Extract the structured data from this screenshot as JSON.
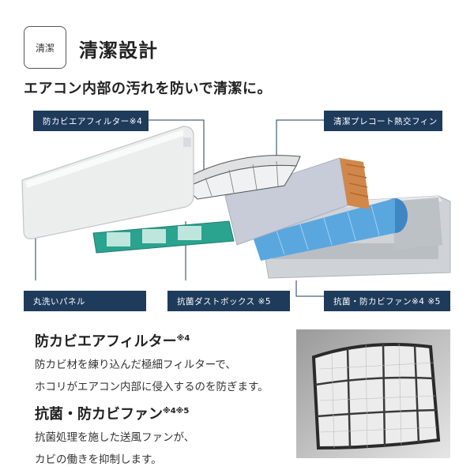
{
  "header": {
    "tag": "清潔",
    "title": "清潔設計",
    "subtitle": "エアコン内部の汚れを防いで清潔に。"
  },
  "callouts": {
    "filter": "防カビエアフィルター※4",
    "fin": "清潔プレコート熱交フィン",
    "panel": "丸洗いパネル",
    "dustbox": "抗菌ダストボックス ※5",
    "fan": "抗菌・防カビファン※4 ※5"
  },
  "features": [
    {
      "title": "防カビエアフィルター",
      "note": "※4",
      "lines": [
        "防カビ材を練り込んだ極細フィルターで、",
        "ホコリがエアコン内部に侵入するのを防ぎます。"
      ]
    },
    {
      "title": "抗菌・防カビファン",
      "note": "※4※5",
      "lines": [
        "抗菌処理を施した送風ファンが、",
        "カビの働きを抑制します。"
      ]
    }
  ],
  "colors": {
    "label_bar": "#1f3b5c",
    "dustbox_green": "#2aa38f",
    "fan_blue": "#5aa7e0",
    "fin_copper": "#d2874a"
  }
}
